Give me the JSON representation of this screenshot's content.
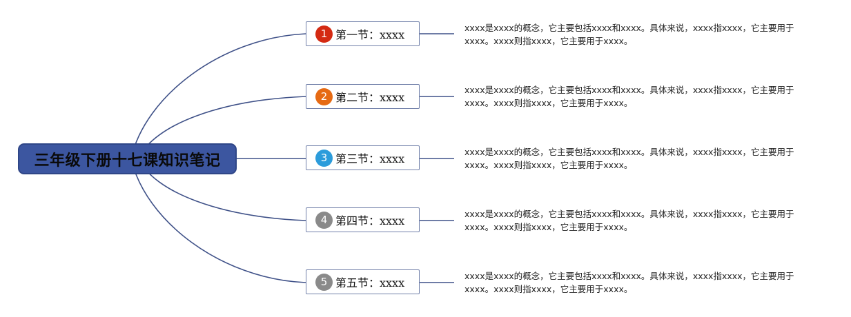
{
  "root": {
    "title": "三年级下册十七课知识笔记",
    "color": "#3c56a0"
  },
  "line_color": "#3f5188",
  "sections": [
    {
      "number": "1",
      "badge_color": "#d42a12",
      "title": "第一节：xxxx",
      "description": "xxxx是xxxx的概念，它主要包括xxxx和xxxx。具体来说，xxxx指xxxx，它主要用于xxxx。xxxx则指xxxx，它主要用于xxxx。"
    },
    {
      "number": "2",
      "badge_color": "#e66a13",
      "title": "第二节：xxxx",
      "description": "xxxx是xxxx的概念，它主要包括xxxx和xxxx。具体来说，xxxx指xxxx，它主要用于xxxx。xxxx则指xxxx，它主要用于xxxx。"
    },
    {
      "number": "3",
      "badge_color": "#2c9cdb",
      "title": "第三节：xxxx",
      "description": "xxxx是xxxx的概念，它主要包括xxxx和xxxx。具体来说，xxxx指xxxx，它主要用于xxxx。xxxx则指xxxx，它主要用于xxxx。"
    },
    {
      "number": "4",
      "badge_color": "#8a8a8a",
      "title": "第四节：xxxx",
      "description": "xxxx是xxxx的概念，它主要包括xxxx和xxxx。具体来说，xxxx指xxxx，它主要用于xxxx。xxxx则指xxxx，它主要用于xxxx。"
    },
    {
      "number": "5",
      "badge_color": "#8a8a8a",
      "title": "第五节：xxxx",
      "description": "xxxx是xxxx的概念，它主要包括xxxx和xxxx。具体来说，xxxx指xxxx，它主要用于xxxx。xxxx则指xxxx，它主要用于xxxx。"
    }
  ]
}
